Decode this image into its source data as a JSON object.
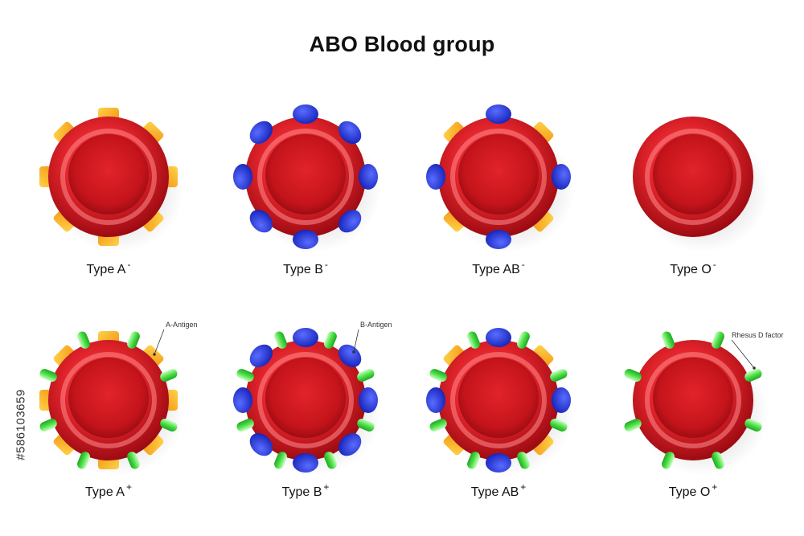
{
  "title": "ABO Blood group",
  "stock_id": "#586103659",
  "colors": {
    "cell": "#d61f26",
    "cell_dark": "#a80d14",
    "a_antigen": "#f7a81b",
    "b_antigen": "#2233d6",
    "rh_factor": "#4fe04a"
  },
  "cells": [
    {
      "label": "Type A",
      "sign": "-",
      "antigens": [
        "A"
      ],
      "rh": false
    },
    {
      "label": "Type B",
      "sign": "-",
      "antigens": [
        "B"
      ],
      "rh": false
    },
    {
      "label": "Type AB",
      "sign": "-",
      "antigens": [
        "A",
        "B"
      ],
      "rh": false
    },
    {
      "label": "Type O",
      "sign": "-",
      "antigens": [],
      "rh": false
    },
    {
      "label": "Type A",
      "sign": "+",
      "antigens": [
        "A"
      ],
      "rh": true,
      "callout": "A-Antigen"
    },
    {
      "label": "Type B",
      "sign": "+",
      "antigens": [
        "B"
      ],
      "rh": true,
      "callout": "B-Antigen"
    },
    {
      "label": "Type AB",
      "sign": "+",
      "antigens": [
        "A",
        "B"
      ],
      "rh": true
    },
    {
      "label": "Type O",
      "sign": "+",
      "antigens": [],
      "rh": true,
      "callout": "Rhesus D factor"
    }
  ]
}
